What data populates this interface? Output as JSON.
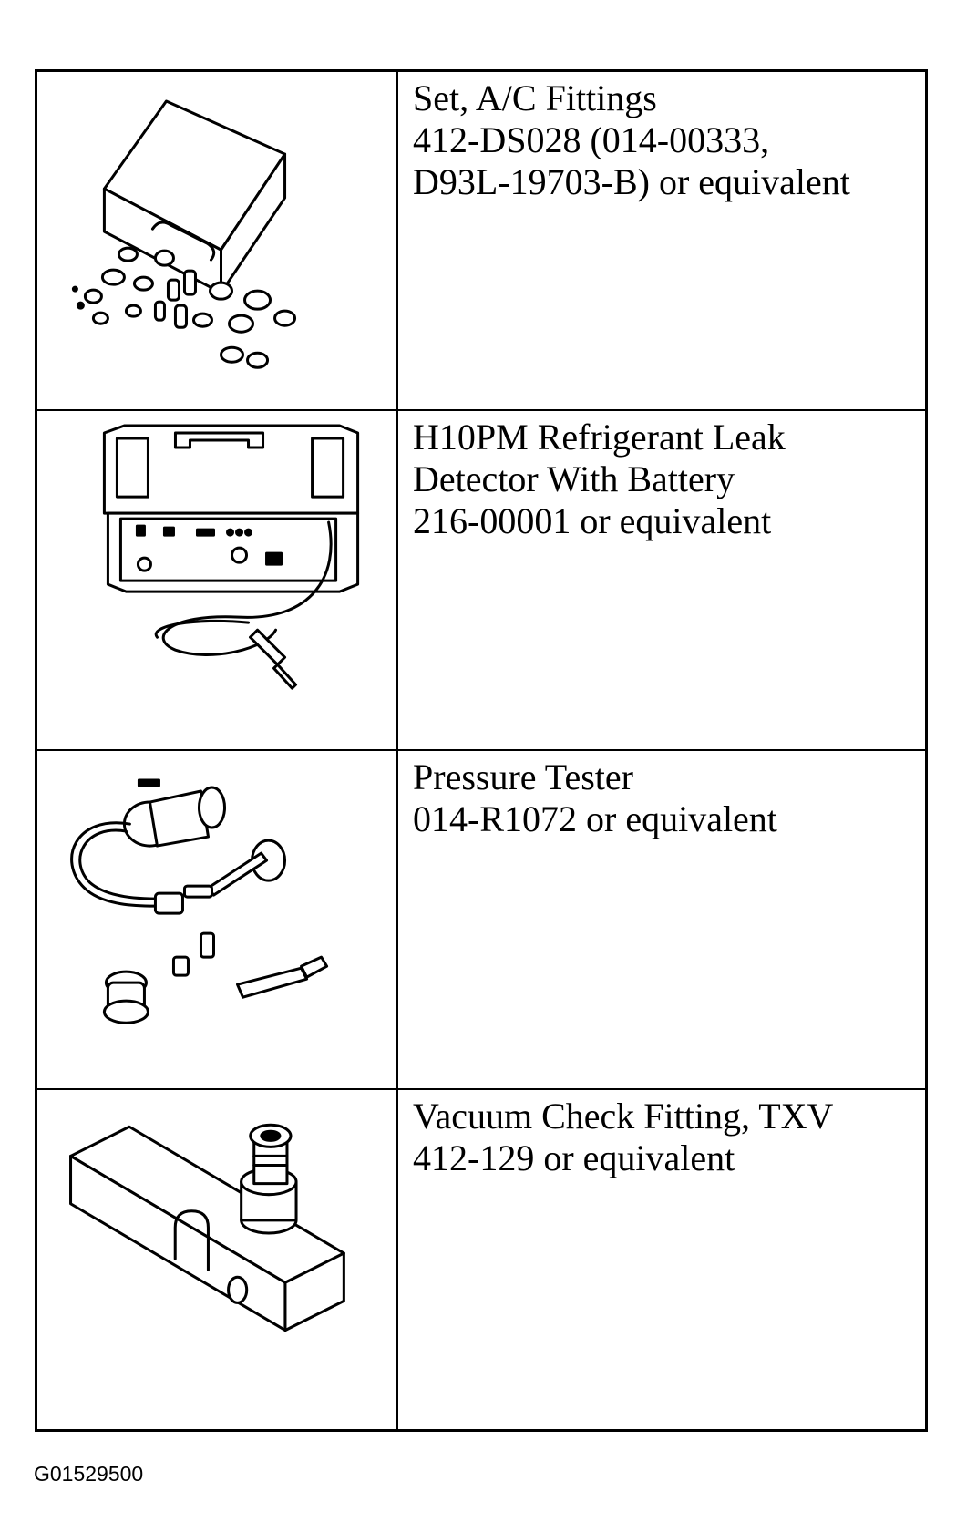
{
  "tools": [
    {
      "icon": "ac-fittings-case-illustration",
      "lines": [
        "Set, A/C Fittings",
        "412-DS028 (014-00333,",
        "D93L-19703-B) or equivalent"
      ]
    },
    {
      "icon": "leak-detector-illustration",
      "lines": [
        "H10PM Refrigerant Leak",
        "Detector With Battery",
        "216-00001 or equivalent"
      ]
    },
    {
      "icon": "pressure-tester-illustration",
      "lines": [
        "Pressure Tester",
        "014-R1072 or equivalent"
      ]
    },
    {
      "icon": "vacuum-check-fitting-illustration",
      "lines": [
        "Vacuum Check Fitting, TXV",
        "412-129 or equivalent"
      ]
    }
  ],
  "figure_id": "G01529500"
}
